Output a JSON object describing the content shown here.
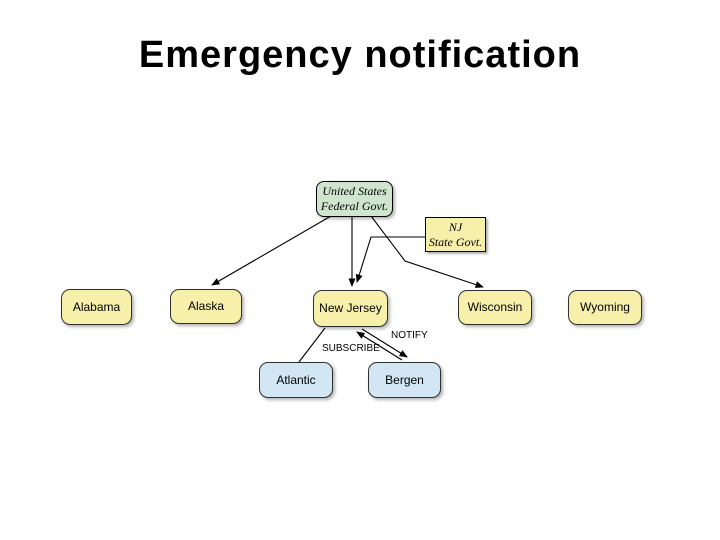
{
  "slide": {
    "title": "Emergency notification"
  },
  "diagram": {
    "nodes": [
      {
        "id": "united-states-federal-govt",
        "lines": [
          "United States",
          "Federal Govt."
        ],
        "level": "federal"
      },
      {
        "id": "nj-state-govt",
        "lines": [
          "NJ",
          "State Govt."
        ],
        "level": "state-govt"
      },
      {
        "id": "alabama",
        "label": "Alabama",
        "level": "state"
      },
      {
        "id": "alaska",
        "label": "Alaska",
        "level": "state"
      },
      {
        "id": "new-jersey",
        "label": "New Jersey",
        "level": "state"
      },
      {
        "id": "wisconsin",
        "label": "Wisconsin",
        "level": "state"
      },
      {
        "id": "wyoming",
        "label": "Wyoming",
        "level": "state"
      },
      {
        "id": "atlantic",
        "label": "Atlantic",
        "level": "county"
      },
      {
        "id": "bergen",
        "label": "Bergen",
        "level": "county"
      }
    ],
    "edges": [
      {
        "from": "united-states-federal-govt",
        "to": "alaska",
        "arrow": true
      },
      {
        "from": "united-states-federal-govt",
        "to": "new-jersey",
        "arrow": true
      },
      {
        "from": "united-states-federal-govt",
        "to": "wisconsin",
        "arrow": true
      },
      {
        "from": "nj-state-govt",
        "to": "new-jersey",
        "arrow": true
      },
      {
        "from": "atlantic",
        "to": "new-jersey",
        "arrow": false
      },
      {
        "from": "new-jersey",
        "to": "bergen",
        "arrow": true,
        "label": "NOTIFY"
      },
      {
        "from": "bergen",
        "to": "new-jersey",
        "arrow": true,
        "label": "SUBSCRIBE"
      }
    ],
    "colors": {
      "federal_fill": "#cfe5cd",
      "state_fill": "#f7f0ab",
      "county_fill": "#d2e6f3",
      "line": "#000000"
    }
  }
}
